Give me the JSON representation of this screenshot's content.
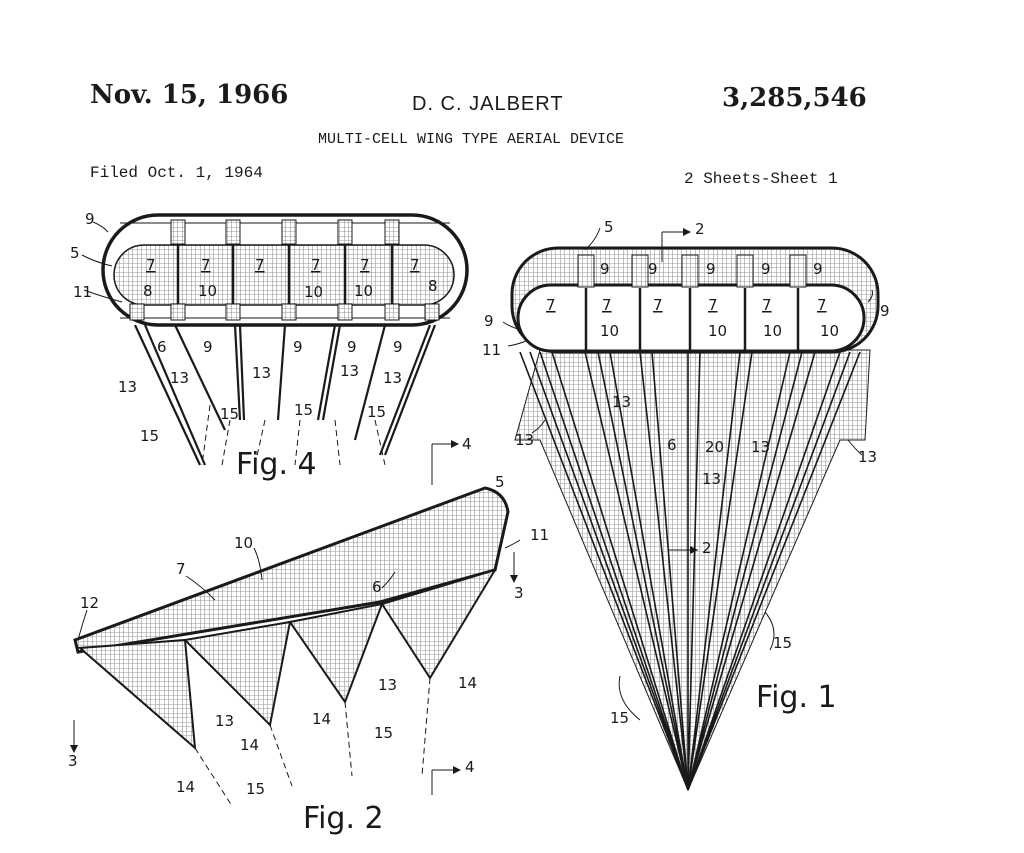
{
  "header": {
    "date": "Nov. 15, 1966",
    "inventor": "D. C. JALBERT",
    "patent_number": "3,285,546",
    "title": "MULTI-CELL WING TYPE AERIAL DEVICE",
    "filed": "Filed Oct. 1, 1964",
    "sheets": "2 Sheets-Sheet 1"
  },
  "figures": {
    "fig1": {
      "label": "Fig. 1",
      "refs": {
        "r5": "5",
        "r2a": "2",
        "r2b": "2",
        "r9a": "9",
        "r9b": "9",
        "r9c": "9",
        "r9d": "9",
        "r9e": "9",
        "r9f": "9",
        "r9g": "9",
        "r11": "11",
        "c7a": "7",
        "c7b": "7",
        "c7c": "7",
        "c7d": "7",
        "c7e": "7",
        "c7f": "7",
        "r10a": "10",
        "r10b": "10",
        "r10c": "10",
        "r10d": "10",
        "r13a": "13",
        "r13b": "13",
        "r13c": "13",
        "r13d": "13",
        "r13e": "13",
        "r6": "6",
        "r20": "20",
        "r15a": "15",
        "r15b": "15"
      }
    },
    "fig2": {
      "label": "Fig. 2",
      "refs": {
        "r5": "5",
        "r4a": "4",
        "r4b": "4",
        "r11": "11",
        "r3a": "3",
        "r3b": "3",
        "r10": "10",
        "r7": "7",
        "r6": "6",
        "r12": "12",
        "r13a": "13",
        "r13b": "13",
        "r14a": "14",
        "r14b": "14",
        "r14c": "14",
        "r14d": "14",
        "r15a": "15",
        "r15b": "15"
      }
    },
    "fig4": {
      "label": "Fig. 4",
      "refs": {
        "r9a": "9",
        "r5": "5",
        "r11": "11",
        "c7a": "7",
        "c7b": "7",
        "c7c": "7",
        "c7d": "7",
        "c7e": "7",
        "c7f": "7",
        "r8a": "8",
        "r8b": "8",
        "r10a": "10",
        "r10b": "10",
        "r10c": "10",
        "r6": "6",
        "r9b": "9",
        "r9c": "9",
        "r9d": "9",
        "r9e": "9",
        "r13a": "13",
        "r13b": "13",
        "r13c": "13",
        "r13d": "13",
        "r13e": "13",
        "r15a": "15",
        "r15b": "15",
        "r15c": "15",
        "r15d": "15"
      }
    }
  }
}
